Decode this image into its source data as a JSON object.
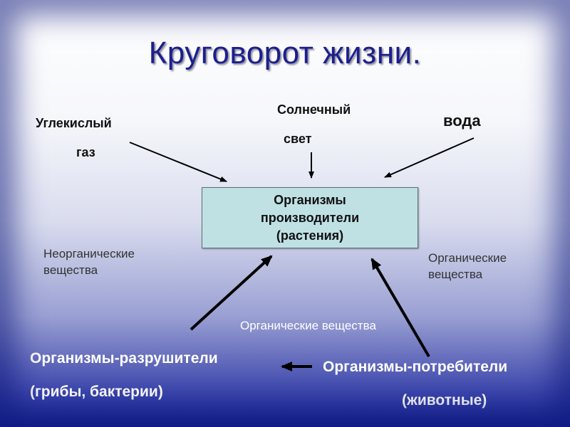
{
  "title": "Круговорот жизни.",
  "inputs": {
    "co2": {
      "line1": "Углекислый",
      "line2": "газ"
    },
    "sunlight": {
      "line1": "Солнечный",
      "line2": "свет"
    },
    "water": "вода"
  },
  "producers": "Организмы\nпроизводители\n(растения)",
  "side_labels": {
    "left": "Неорганические\nвещества",
    "right": "Органические\nвещества",
    "middle": "Органические вещества"
  },
  "decomposers": {
    "line1": "Организмы-разрушители",
    "line2": "(грибы, бактерии)"
  },
  "consumers": {
    "line1": "Организмы-потребители",
    "line2": "(животные)"
  },
  "colors": {
    "title": "#1c1f8c",
    "box_fill": "#bfe1e4",
    "bottom_text": "#ffffff"
  }
}
